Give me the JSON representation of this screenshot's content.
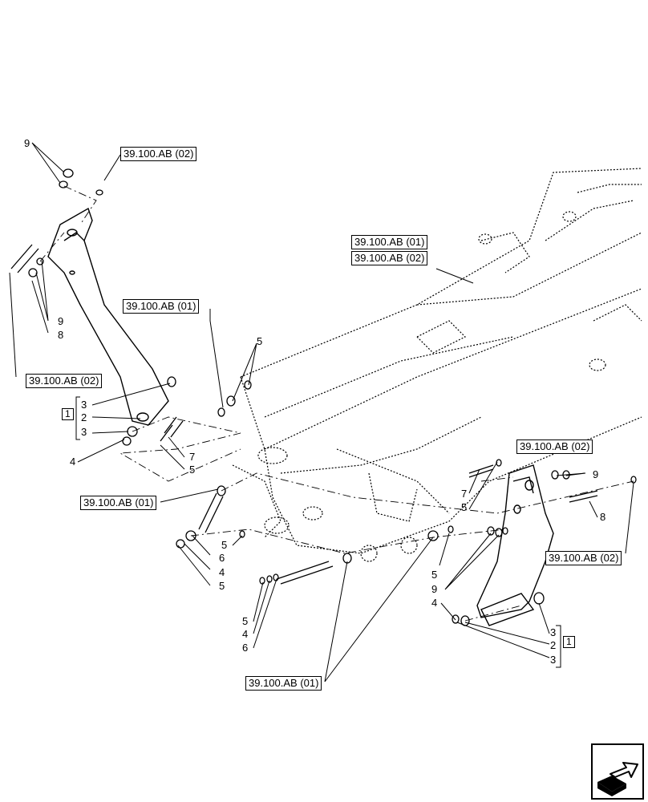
{
  "references": {
    "ref_top_left": "39.100.AB (02)",
    "ref_top_right_a": "39.100.AB (01)",
    "ref_top_right_b": "39.100.AB (02)",
    "ref_mid_left": "39.100.AB (01)",
    "ref_left_side": "39.100.AB (02)",
    "ref_left_bottom": "39.100.AB (01)",
    "ref_right_upper": "39.100.AB (02)",
    "ref_right_lower": "39.100.AB (02)",
    "ref_bottom": "39.100.AB (01)"
  },
  "callouts": {
    "c9_top": "9",
    "c9_left": "9",
    "c8_left": "8",
    "c3_a": "3",
    "c2_a": "2",
    "c3_b": "3",
    "c4_a": "4",
    "c5_top": "5",
    "c7_a": "7",
    "c5_a": "5",
    "c5_b": "5",
    "c6_a": "6",
    "c4_b": "4",
    "c5_c": "5",
    "c5_d": "5",
    "c4_c": "4",
    "c6_b": "6",
    "c7_b": "7",
    "c5_e": "5",
    "c9_right": "9",
    "c8_right": "8",
    "c5_f": "5",
    "c9_b": "9",
    "c4_d": "4",
    "c3_c": "3",
    "c2_b": "2",
    "c3_d": "3"
  },
  "groups": {
    "group_left": "1",
    "group_right": "1"
  },
  "icons": {
    "nav": "next-page-arrow-icon"
  }
}
